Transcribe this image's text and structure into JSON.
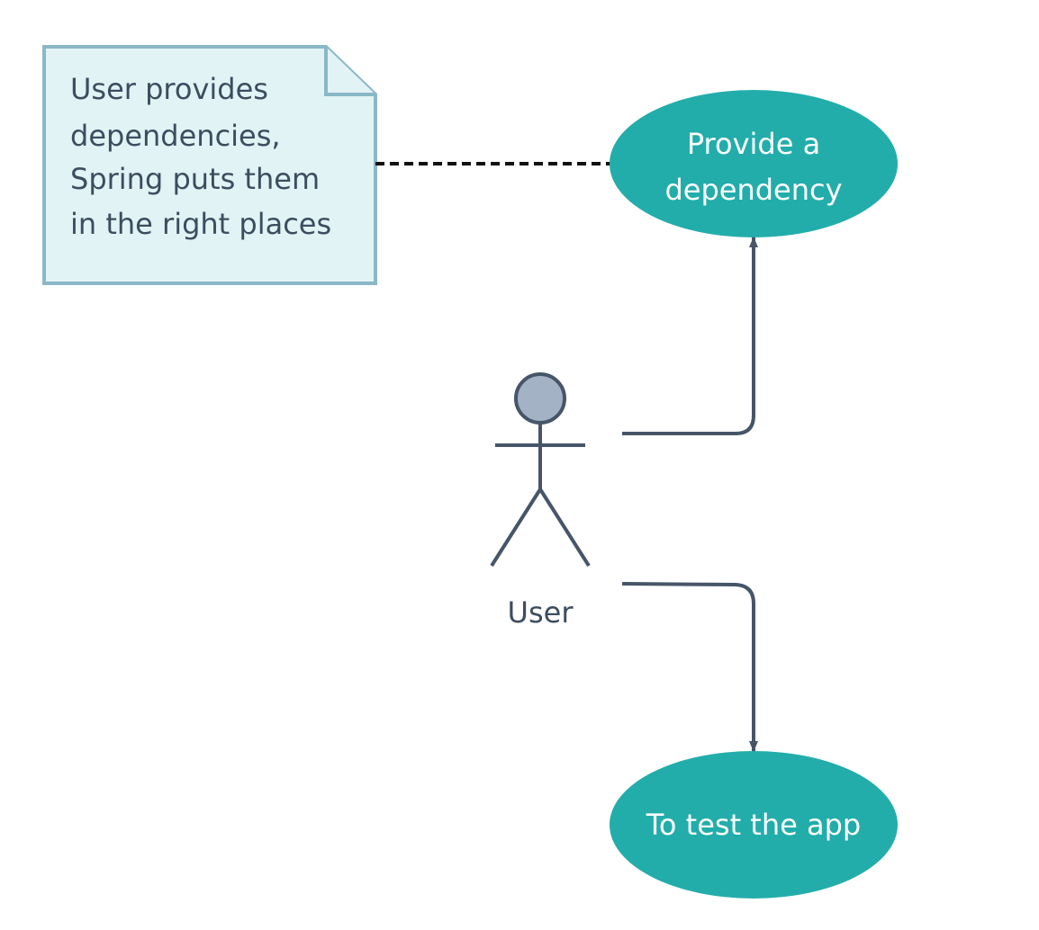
{
  "note": {
    "lines": [
      "User provides",
      "dependencies,",
      "Spring puts them",
      "in the right places"
    ]
  },
  "actor": {
    "label": "User"
  },
  "use_cases": [
    {
      "lines": [
        "Provide a",
        "dependency"
      ]
    },
    {
      "lines": [
        "To test the app"
      ]
    }
  ],
  "colors": {
    "note_fill": "#e2f3f6",
    "note_border": "#8ab8c6",
    "usecase_fill": "#22adab",
    "line": "#475569",
    "actor_head": "#a3b3c5",
    "dashed_link": "#111111",
    "text_dark": "#3c4d5e",
    "text_light": "#ffffff"
  }
}
